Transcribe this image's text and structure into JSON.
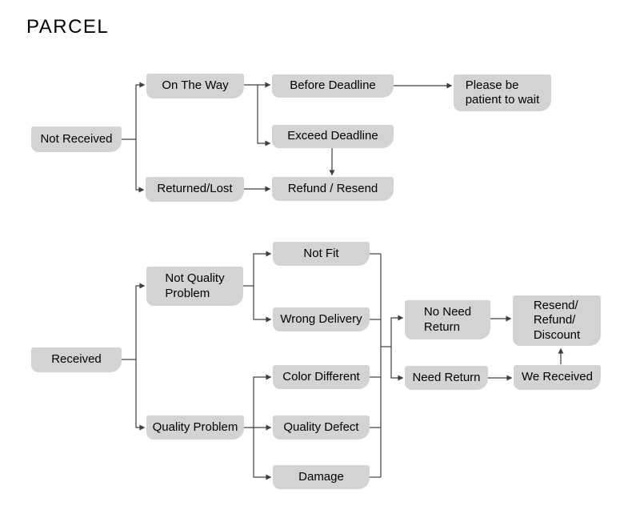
{
  "title": "PARCEL",
  "colors": {
    "background": "#ffffff",
    "node_fill": "#d3d3d3",
    "connector_line": "#404040",
    "text": "#000000"
  },
  "nodes": {
    "not_received": {
      "label": "Not Received"
    },
    "on_the_way": {
      "label": "On The Way"
    },
    "returned_lost": {
      "label": "Returned/Lost"
    },
    "before_deadline": {
      "label": "Before Deadline"
    },
    "exceed_deadline": {
      "label": "Exceed Deadline"
    },
    "please_wait": {
      "label": "Please be\npatient to wait"
    },
    "refund_resend": {
      "label": "Refund / Resend"
    },
    "received": {
      "label": "Received"
    },
    "not_quality_problem": {
      "label": "Not Quality\nProblem"
    },
    "quality_problem": {
      "label": "Quality Problem"
    },
    "not_fit": {
      "label": "Not Fit"
    },
    "wrong_delivery": {
      "label": "Wrong Delivery"
    },
    "color_different": {
      "label": "Color Different"
    },
    "quality_defect": {
      "label": "Quality Defect"
    },
    "damage": {
      "label": "Damage"
    },
    "no_need_return": {
      "label": "No Need\nReturn"
    },
    "need_return": {
      "label": "Need Return"
    },
    "resend_refund_discount": {
      "label": "Resend/\nRefund/\nDiscount"
    },
    "we_received": {
      "label": "We Received"
    }
  }
}
